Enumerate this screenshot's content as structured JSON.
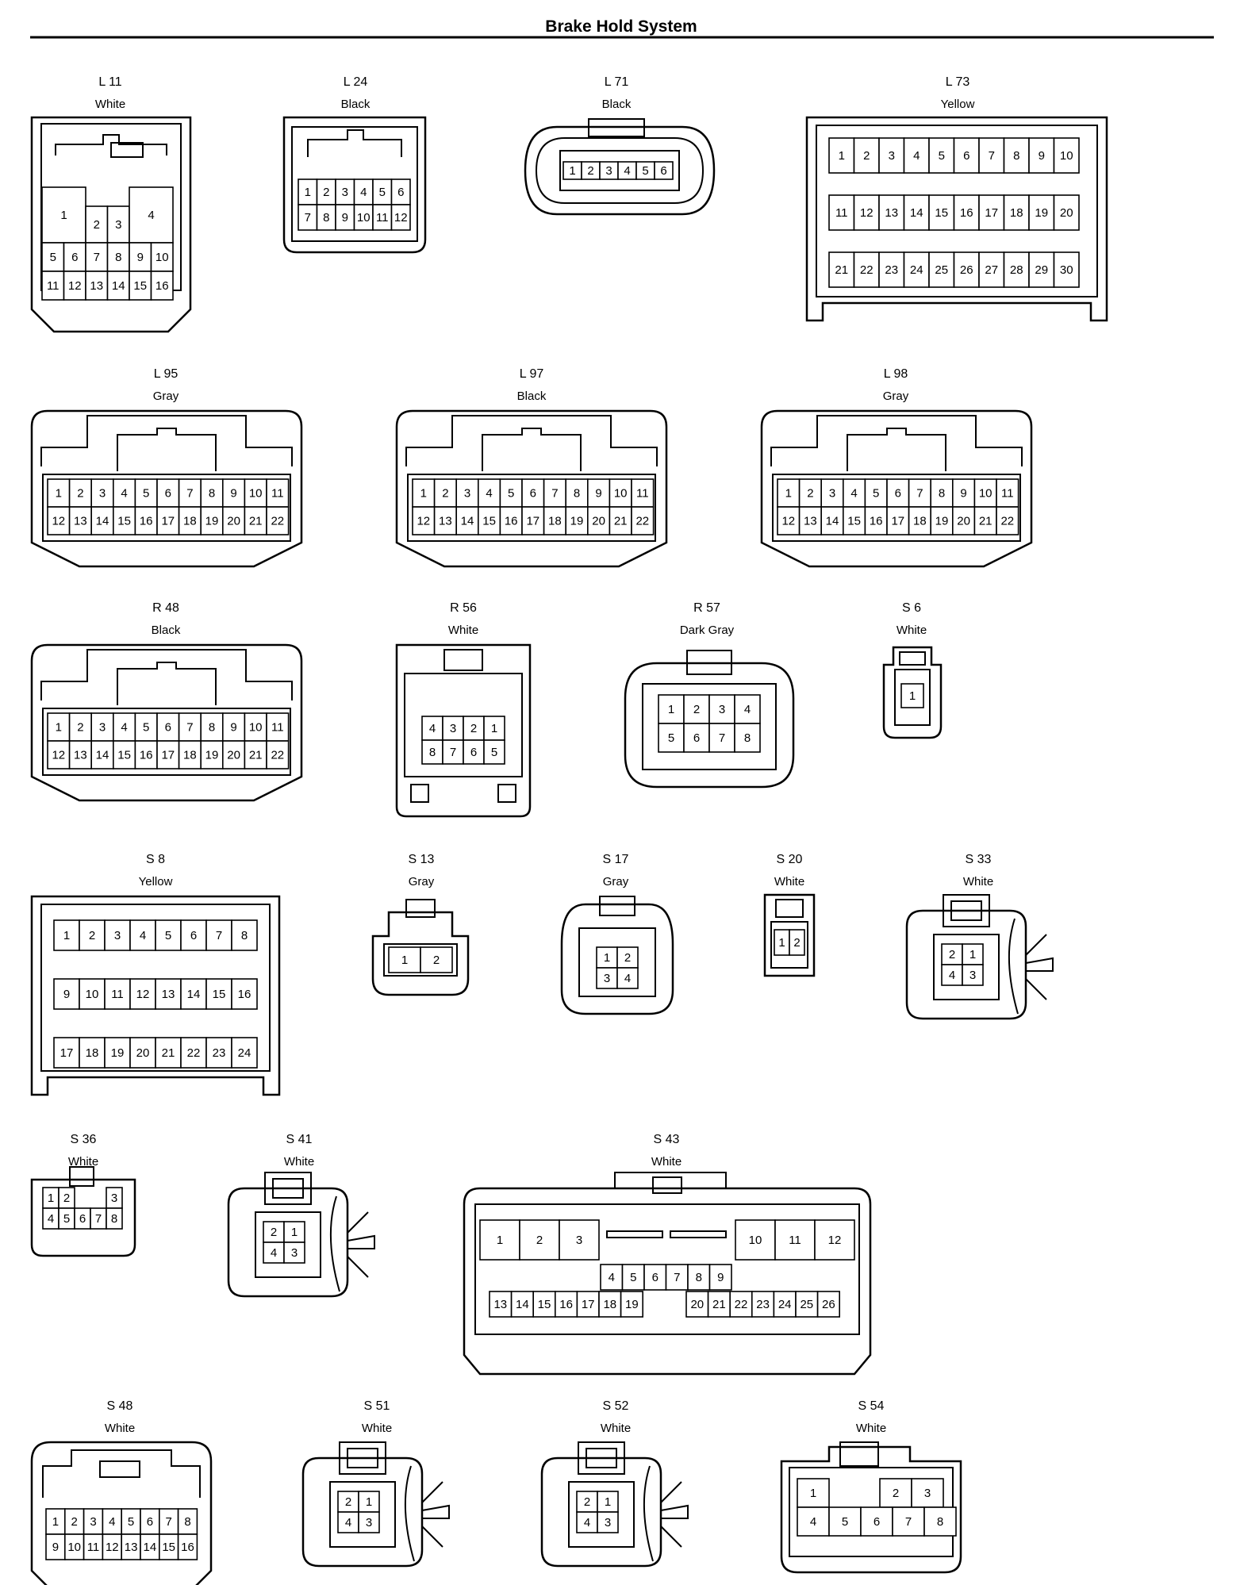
{
  "title": "Brake Hold System",
  "connectors": [
    {
      "id": "L 11",
      "color": "White",
      "pins": [
        "1",
        "2",
        "3",
        "4",
        "5",
        "6",
        "7",
        "8",
        "9",
        "10",
        "11",
        "12",
        "13",
        "14",
        "15",
        "16"
      ]
    },
    {
      "id": "L 24",
      "color": "Black",
      "pins": [
        "1",
        "2",
        "3",
        "4",
        "5",
        "6",
        "7",
        "8",
        "9",
        "10",
        "11",
        "12"
      ]
    },
    {
      "id": "L 71",
      "color": "Black",
      "pins": [
        "1",
        "2",
        "3",
        "4",
        "5",
        "6"
      ]
    },
    {
      "id": "L 73",
      "color": "Yellow",
      "pins": [
        "1",
        "2",
        "3",
        "4",
        "5",
        "6",
        "7",
        "8",
        "9",
        "10",
        "11",
        "12",
        "13",
        "14",
        "15",
        "16",
        "17",
        "18",
        "19",
        "20",
        "21",
        "22",
        "23",
        "24",
        "25",
        "26",
        "27",
        "28",
        "29",
        "30"
      ]
    },
    {
      "id": "L 95",
      "color": "Gray",
      "pins": [
        "1",
        "2",
        "3",
        "4",
        "5",
        "6",
        "7",
        "8",
        "9",
        "10",
        "11",
        "12",
        "13",
        "14",
        "15",
        "16",
        "17",
        "18",
        "19",
        "20",
        "21",
        "22"
      ]
    },
    {
      "id": "L 97",
      "color": "Black",
      "pins": [
        "1",
        "2",
        "3",
        "4",
        "5",
        "6",
        "7",
        "8",
        "9",
        "10",
        "11",
        "12",
        "13",
        "14",
        "15",
        "16",
        "17",
        "18",
        "19",
        "20",
        "21",
        "22"
      ]
    },
    {
      "id": "L 98",
      "color": "Gray",
      "pins": [
        "1",
        "2",
        "3",
        "4",
        "5",
        "6",
        "7",
        "8",
        "9",
        "10",
        "11",
        "12",
        "13",
        "14",
        "15",
        "16",
        "17",
        "18",
        "19",
        "20",
        "21",
        "22"
      ]
    },
    {
      "id": "R 48",
      "color": "Black",
      "pins": [
        "1",
        "2",
        "3",
        "4",
        "5",
        "6",
        "7",
        "8",
        "9",
        "10",
        "11",
        "12",
        "13",
        "14",
        "15",
        "16",
        "17",
        "18",
        "19",
        "20",
        "21",
        "22"
      ]
    },
    {
      "id": "R 56",
      "color": "White",
      "pins": [
        "4",
        "3",
        "2",
        "1",
        "8",
        "7",
        "6",
        "5"
      ]
    },
    {
      "id": "R 57",
      "color": "Dark Gray",
      "pins": [
        "1",
        "2",
        "3",
        "4",
        "5",
        "6",
        "7",
        "8"
      ]
    },
    {
      "id": "S 6",
      "color": "White",
      "pins": [
        "1"
      ]
    },
    {
      "id": "S 8",
      "color": "Yellow",
      "pins": [
        "1",
        "2",
        "3",
        "4",
        "5",
        "6",
        "7",
        "8",
        "9",
        "10",
        "11",
        "12",
        "13",
        "14",
        "15",
        "16",
        "17",
        "18",
        "19",
        "20",
        "21",
        "22",
        "23",
        "24"
      ]
    },
    {
      "id": "S 13",
      "color": "Gray",
      "pins": [
        "1",
        "2"
      ]
    },
    {
      "id": "S 17",
      "color": "Gray",
      "pins": [
        "1",
        "2",
        "3",
        "4"
      ]
    },
    {
      "id": "S 20",
      "color": "White",
      "pins": [
        "1",
        "2"
      ]
    },
    {
      "id": "S 33",
      "color": "White",
      "pins": [
        "2",
        "1",
        "4",
        "3"
      ]
    },
    {
      "id": "S 36",
      "color": "White",
      "pins": [
        "1",
        "2",
        "3",
        "4",
        "5",
        "6",
        "7",
        "8"
      ]
    },
    {
      "id": "S 41",
      "color": "White",
      "pins": [
        "2",
        "1",
        "4",
        "3"
      ]
    },
    {
      "id": "S 43",
      "color": "White",
      "pins": [
        "1",
        "2",
        "3",
        "4",
        "5",
        "6",
        "7",
        "8",
        "9",
        "10",
        "11",
        "12",
        "13",
        "14",
        "15",
        "16",
        "17",
        "18",
        "19",
        "20",
        "21",
        "22",
        "23",
        "24",
        "25",
        "26"
      ]
    },
    {
      "id": "S 48",
      "color": "White",
      "pins": [
        "1",
        "2",
        "3",
        "4",
        "5",
        "6",
        "7",
        "8",
        "9",
        "10",
        "11",
        "12",
        "13",
        "14",
        "15",
        "16"
      ]
    },
    {
      "id": "S 51",
      "color": "White",
      "pins": [
        "2",
        "1",
        "4",
        "3"
      ]
    },
    {
      "id": "S 52",
      "color": "White",
      "pins": [
        "2",
        "1",
        "4",
        "3"
      ]
    },
    {
      "id": "S 54",
      "color": "White",
      "pins": [
        "1",
        "2",
        "3",
        "4",
        "5",
        "6",
        "7",
        "8"
      ]
    }
  ]
}
